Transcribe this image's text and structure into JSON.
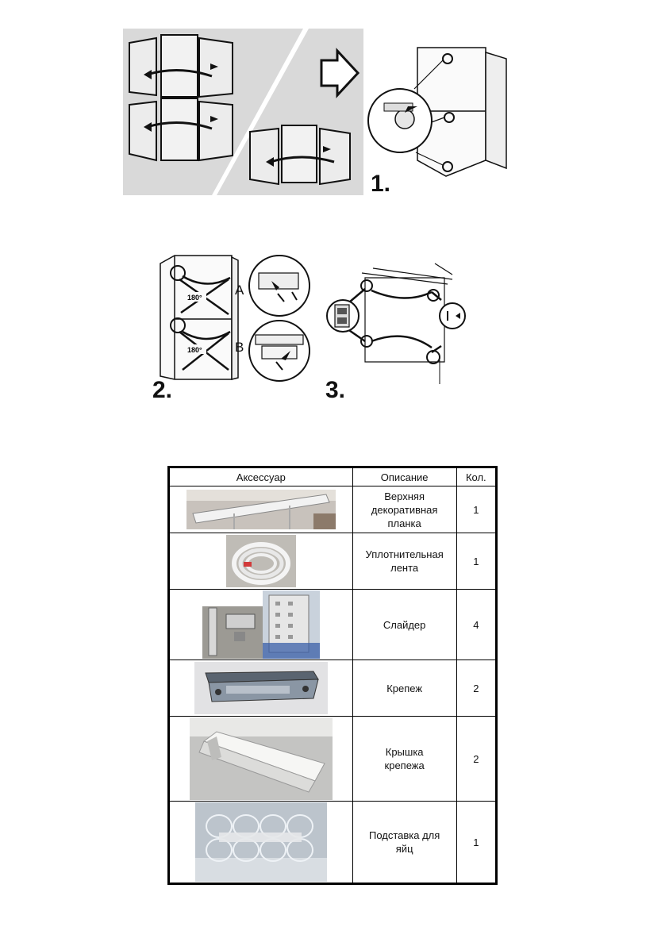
{
  "step1": {
    "number": "1.",
    "background": "#d9d9d9"
  },
  "step2": {
    "number": "2.",
    "angle_top": "180°",
    "angle_bottom": "180°",
    "label_a": "A",
    "label_b": "B"
  },
  "step3": {
    "number": "3."
  },
  "accessories": {
    "headers": [
      "Аксессуар",
      "Описание",
      "Кол."
    ],
    "rows": [
      {
        "icon": "top-decorative-strip-photo",
        "description": "Верхняя\nдекоративная\nпланка",
        "qty": "1"
      },
      {
        "icon": "sealing-tape-photo",
        "description": "Уплотнительная\nлента",
        "qty": "1"
      },
      {
        "icon": "slider-photo",
        "description": "Слайдер",
        "qty": "4"
      },
      {
        "icon": "fastener-photo",
        "description": "Крепеж",
        "qty": "2"
      },
      {
        "icon": "fastener-cover-photo",
        "description": "Крышка\nкрепежа",
        "qty": "2"
      },
      {
        "icon": "egg-tray-photo",
        "description": "Подставка для\nяйц",
        "qty": "1"
      }
    ]
  }
}
